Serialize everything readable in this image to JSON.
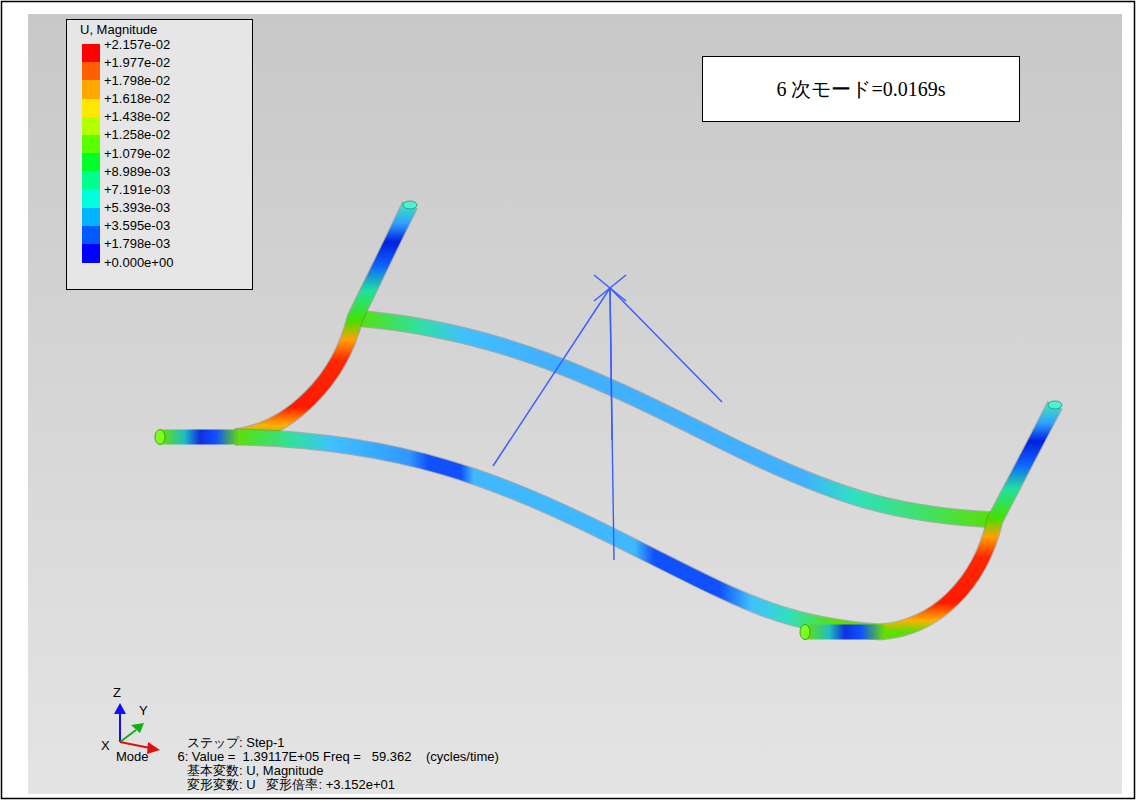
{
  "diagram": {
    "nodes": [
      {
        "text": [
          "6 次モード=0.0169s"
        ]
      }
    ],
    "labels": [
      "U, Magnitude",
      "+0.000e+00",
      "Z",
      "Y",
      "X",
      "ステップ: Step-1",
      "Mode        6: Value =  1.39117E+05 Freq =   59.362    (cycles/time)",
      "基本変数: U, Magnitude",
      "変形変数: U   変形倍率: +3.152e+01"
    ],
    "legend": [
      {
        "text": "+2.157e-02",
        "color": "#ff0000"
      },
      {
        "text": "+1.977e-02",
        "color": "#ff5f00"
      },
      {
        "text": "+1.798e-02",
        "color": "#ffa800"
      },
      {
        "text": "+1.618e-02",
        "color": "#ffe800"
      },
      {
        "text": "+1.438e-02",
        "color": "#b4ff00"
      },
      {
        "text": "+1.258e-02",
        "color": "#5aff00"
      },
      {
        "text": "+1.079e-02",
        "color": "#00ff28"
      },
      {
        "text": "+8.989e-03",
        "color": "#00ff8c"
      },
      {
        "text": "+7.191e-03",
        "color": "#00ffdc"
      },
      {
        "text": "+5.393e-03",
        "color": "#00b4ff"
      },
      {
        "text": "+3.595e-03",
        "color": "#005aff"
      },
      {
        "text": "+1.798e-03",
        "color": "#0000ff"
      }
    ]
  }
}
